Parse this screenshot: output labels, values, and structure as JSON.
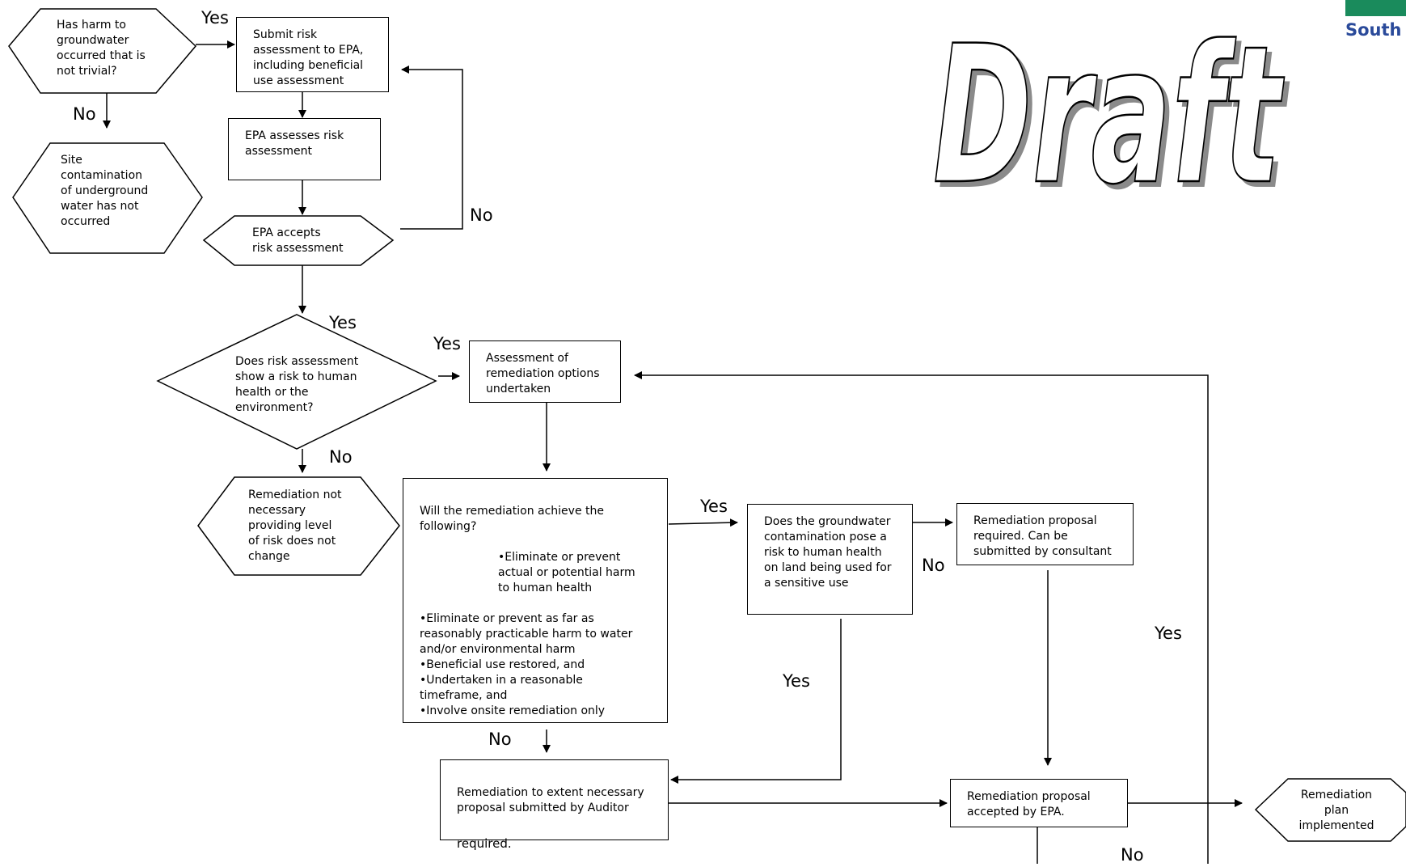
{
  "brand": {
    "text": "South A",
    "bar_color": "#1a8b5c",
    "text_color": "#2a4a9a"
  },
  "watermark": {
    "text": "Draft"
  },
  "nodes": {
    "n1": "Has harm to\ngroundwater\noccurred that is\nnot trivial?",
    "n2": "Submit risk\nassessment to EPA,\nincluding beneficial\nuse assessment",
    "n3": "EPA assesses risk\nassessment",
    "n4": "EPA accepts\nrisk assessment",
    "n5": "Site\ncontamination\nof underground\nwater has not\noccurred",
    "n6": "Does risk assessment\nshow a risk to human\nhealth or the\nenvironment?",
    "n7": "Assessment of\nremediation options\nundertaken",
    "n8": "Remediation not\nnecessary\nproviding level\nof risk does not\nchange",
    "n9_intro": "Will the remediation achieve the\nfollowing?",
    "n9_b1": "•Eliminate or prevent\nactual or potential harm\nto human health",
    "n9_rest": "•Eliminate or prevent as far as\nreasonably practicable harm to water\nand/or environmental harm\n•Beneficial use restored, and\n•Undertaken in a reasonable\ntimeframe, and\n•Involve onsite remediation only",
    "n10": "Does the groundwater\ncontamination pose a\nrisk to human health\non land being used for\na sensitive use",
    "n11": "Remediation proposal\nrequired. Can be\nsubmitted by consultant",
    "n12_a": "Remediation to extent necessary\nproposal submitted by Auditor",
    "n12_b": "required.",
    "n13": "Remediation proposal\naccepted by EPA.",
    "n14": "Remediation\nplan\nimplemented"
  },
  "labels": {
    "yes1": "Yes",
    "no1": "No",
    "no2": "No",
    "yes2": "Yes",
    "yes3": "Yes",
    "no3": "No",
    "yes4": "Yes",
    "no4": "No",
    "yes5": "Yes",
    "yes6": "Yes",
    "no5": "No",
    "no6": "No"
  }
}
